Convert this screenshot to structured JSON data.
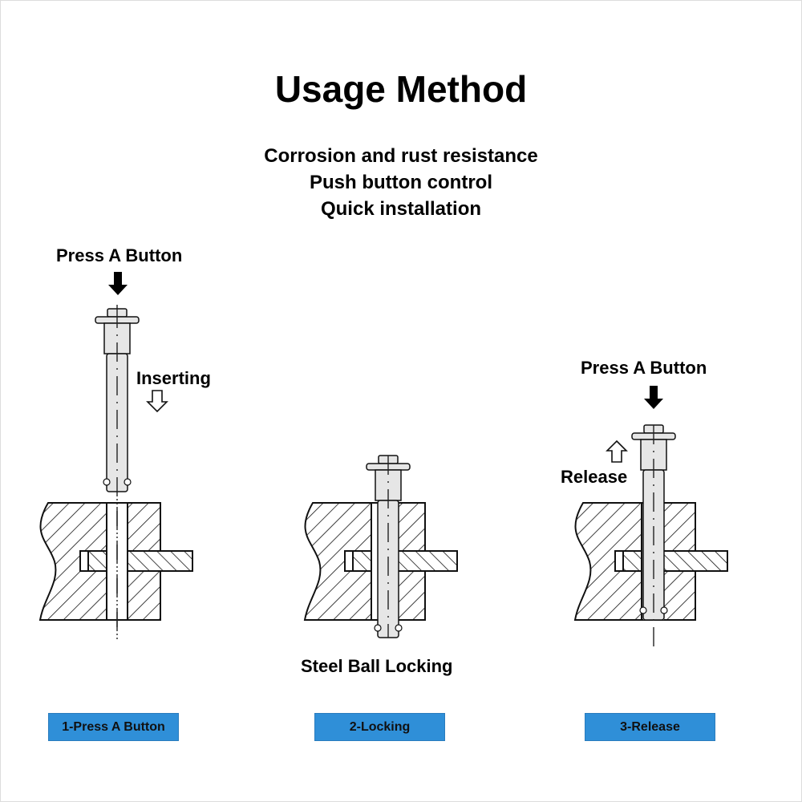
{
  "title": "Usage Method",
  "features": [
    "Corrosion and rust resistance",
    "Push button control",
    "Quick installation"
  ],
  "panel1": {
    "press_label": "Press A Button",
    "action_label": "Inserting",
    "step_label": "1-Press A Button"
  },
  "panel2": {
    "caption": "Steel Ball Locking",
    "step_label": "2-Locking"
  },
  "panel3": {
    "press_label": "Press A Button",
    "action_label": "Release",
    "step_label": "3-Release"
  },
  "colors": {
    "step_bg": "#2f8fd8",
    "pin_fill": "#e6e6e6"
  }
}
